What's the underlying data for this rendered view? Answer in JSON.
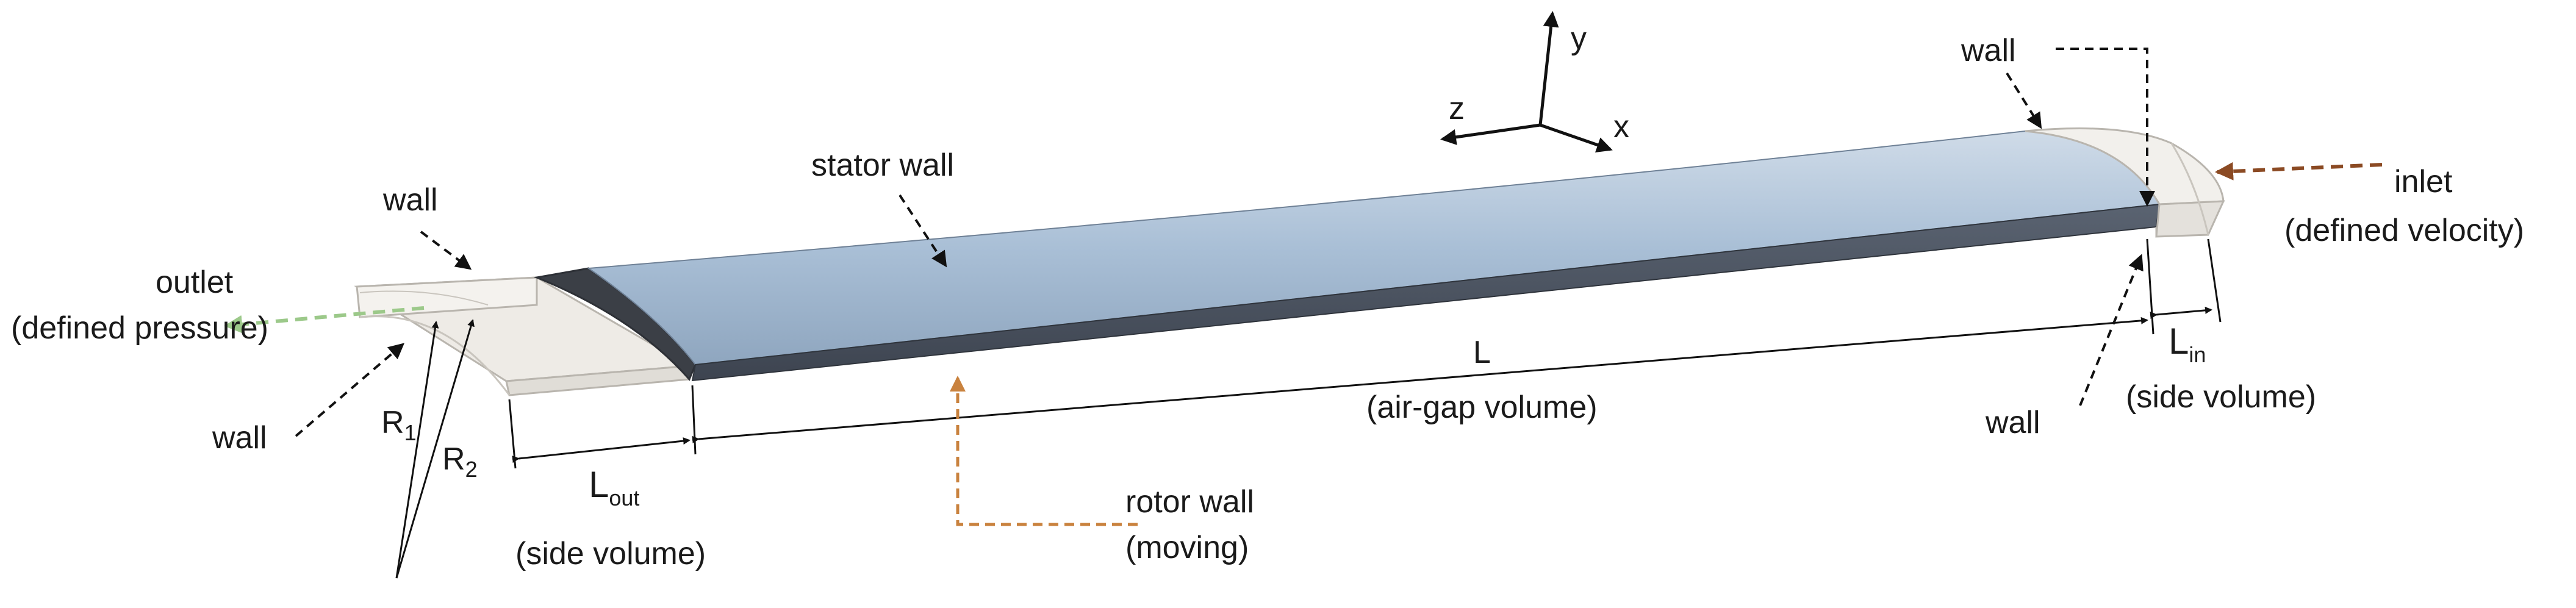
{
  "labels": {
    "stator_wall": "stator wall",
    "wall_top_left": "wall",
    "outlet_line1": "outlet",
    "outlet_line2": "(defined pressure)",
    "wall_left": "wall",
    "r1": "R",
    "r1_sub": "1",
    "r2": "R",
    "r2_sub": "2",
    "l_out": "L",
    "l_out_sub": "out",
    "side_volume_left": "(side volume)",
    "rotor_wall_line1": "rotor wall",
    "rotor_wall_line2": "(moving)",
    "l_main": "L",
    "air_gap_volume": "(air-gap volume)",
    "wall_top_right": "wall",
    "inlet_line1": "inlet",
    "inlet_line2": "(defined velocity)",
    "l_in": "L",
    "l_in_sub": "in",
    "wall_bottom_right": "wall",
    "side_volume_right": "(side volume)"
  },
  "axes": {
    "x": "x",
    "y": "y",
    "z": "z"
  },
  "colors": {
    "stator_surface": "#a9bfd6",
    "stator_front_face": "#4c5563",
    "side_volume": "#eeebe6",
    "outlet_arrow": "#9cc98a",
    "inlet_arrow": "#8b4a23",
    "rotor_arrow": "#c9823e"
  }
}
